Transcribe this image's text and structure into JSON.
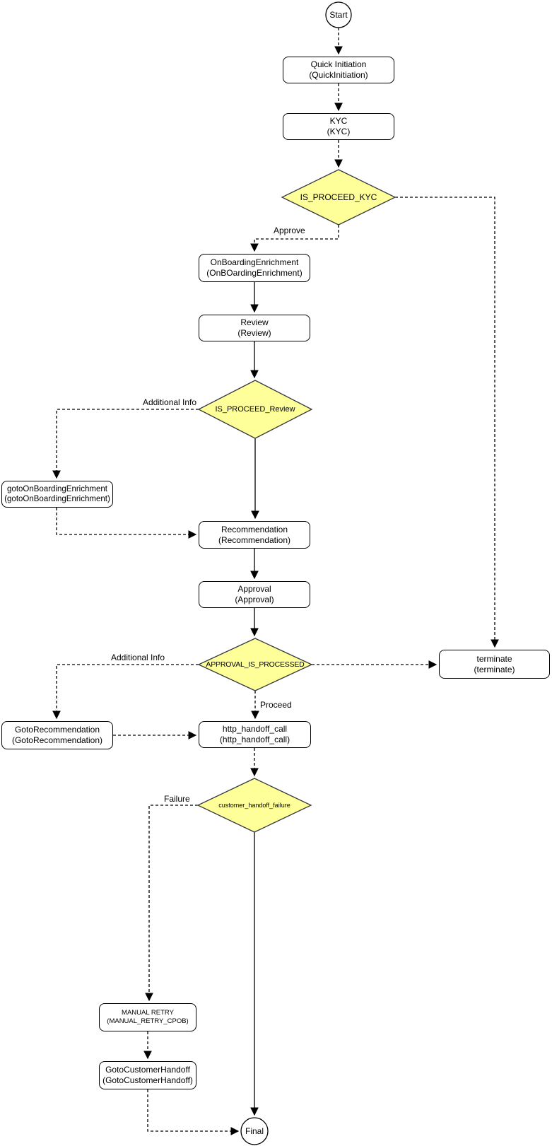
{
  "colors": {
    "diamond_fill": "#FFFF99",
    "diamond_stroke": "#36393D",
    "node_fill": "#FFFFFF",
    "node_stroke": "#000000",
    "edge": "#000000"
  },
  "nodes": {
    "start": {
      "label": "Start"
    },
    "quick_initiation": {
      "label": "Quick Initiation",
      "sublabel": "(QuickInitiation)"
    },
    "kyc": {
      "label": "KYC",
      "sublabel": "(KYC)"
    },
    "is_proceed_kyc": {
      "label": "IS_PROCEED_KYC"
    },
    "onboarding_enrichment": {
      "label": "OnBoardingEnrichment",
      "sublabel": "(OnBOardingEnrichment)"
    },
    "review": {
      "label": "Review",
      "sublabel": "(Review)"
    },
    "is_proceed_review": {
      "label": "IS_PROCEED_Review"
    },
    "goto_onboarding_enrichment": {
      "label": "gotoOnBoardingEnrichment",
      "sublabel": "(gotoOnBoardingEnrichment)"
    },
    "recommendation": {
      "label": "Recommendation",
      "sublabel": "(Recommendation)"
    },
    "approval": {
      "label": "Approval",
      "sublabel": "(Approval)"
    },
    "approval_is_processed": {
      "label": "APPROVAL_IS_PROCESSED"
    },
    "terminate": {
      "label": "terminate",
      "sublabel": "(terminate)"
    },
    "goto_recommendation": {
      "label": "GotoRecommendation",
      "sublabel": "(GotoRecommendation)"
    },
    "http_handoff_call": {
      "label": "http_handoff_call",
      "sublabel": "(http_handoff_call)"
    },
    "customer_handoff_failure": {
      "label": "customer_handoff_failure"
    },
    "manual_retry": {
      "label": "MANUAL RETRY",
      "sublabel": "(MANUAL_RETRY_CPOB)"
    },
    "goto_customer_handoff": {
      "label": "GotoCustomerHandoff",
      "sublabel": "(GotoCustomerHandoff)"
    },
    "final": {
      "label": "Final"
    }
  },
  "edge_labels": {
    "approve": "Approve",
    "additional_info_review": "Additional Info",
    "additional_info_approval": "Additional Info",
    "proceed": "Proceed",
    "failure": "Failure"
  }
}
